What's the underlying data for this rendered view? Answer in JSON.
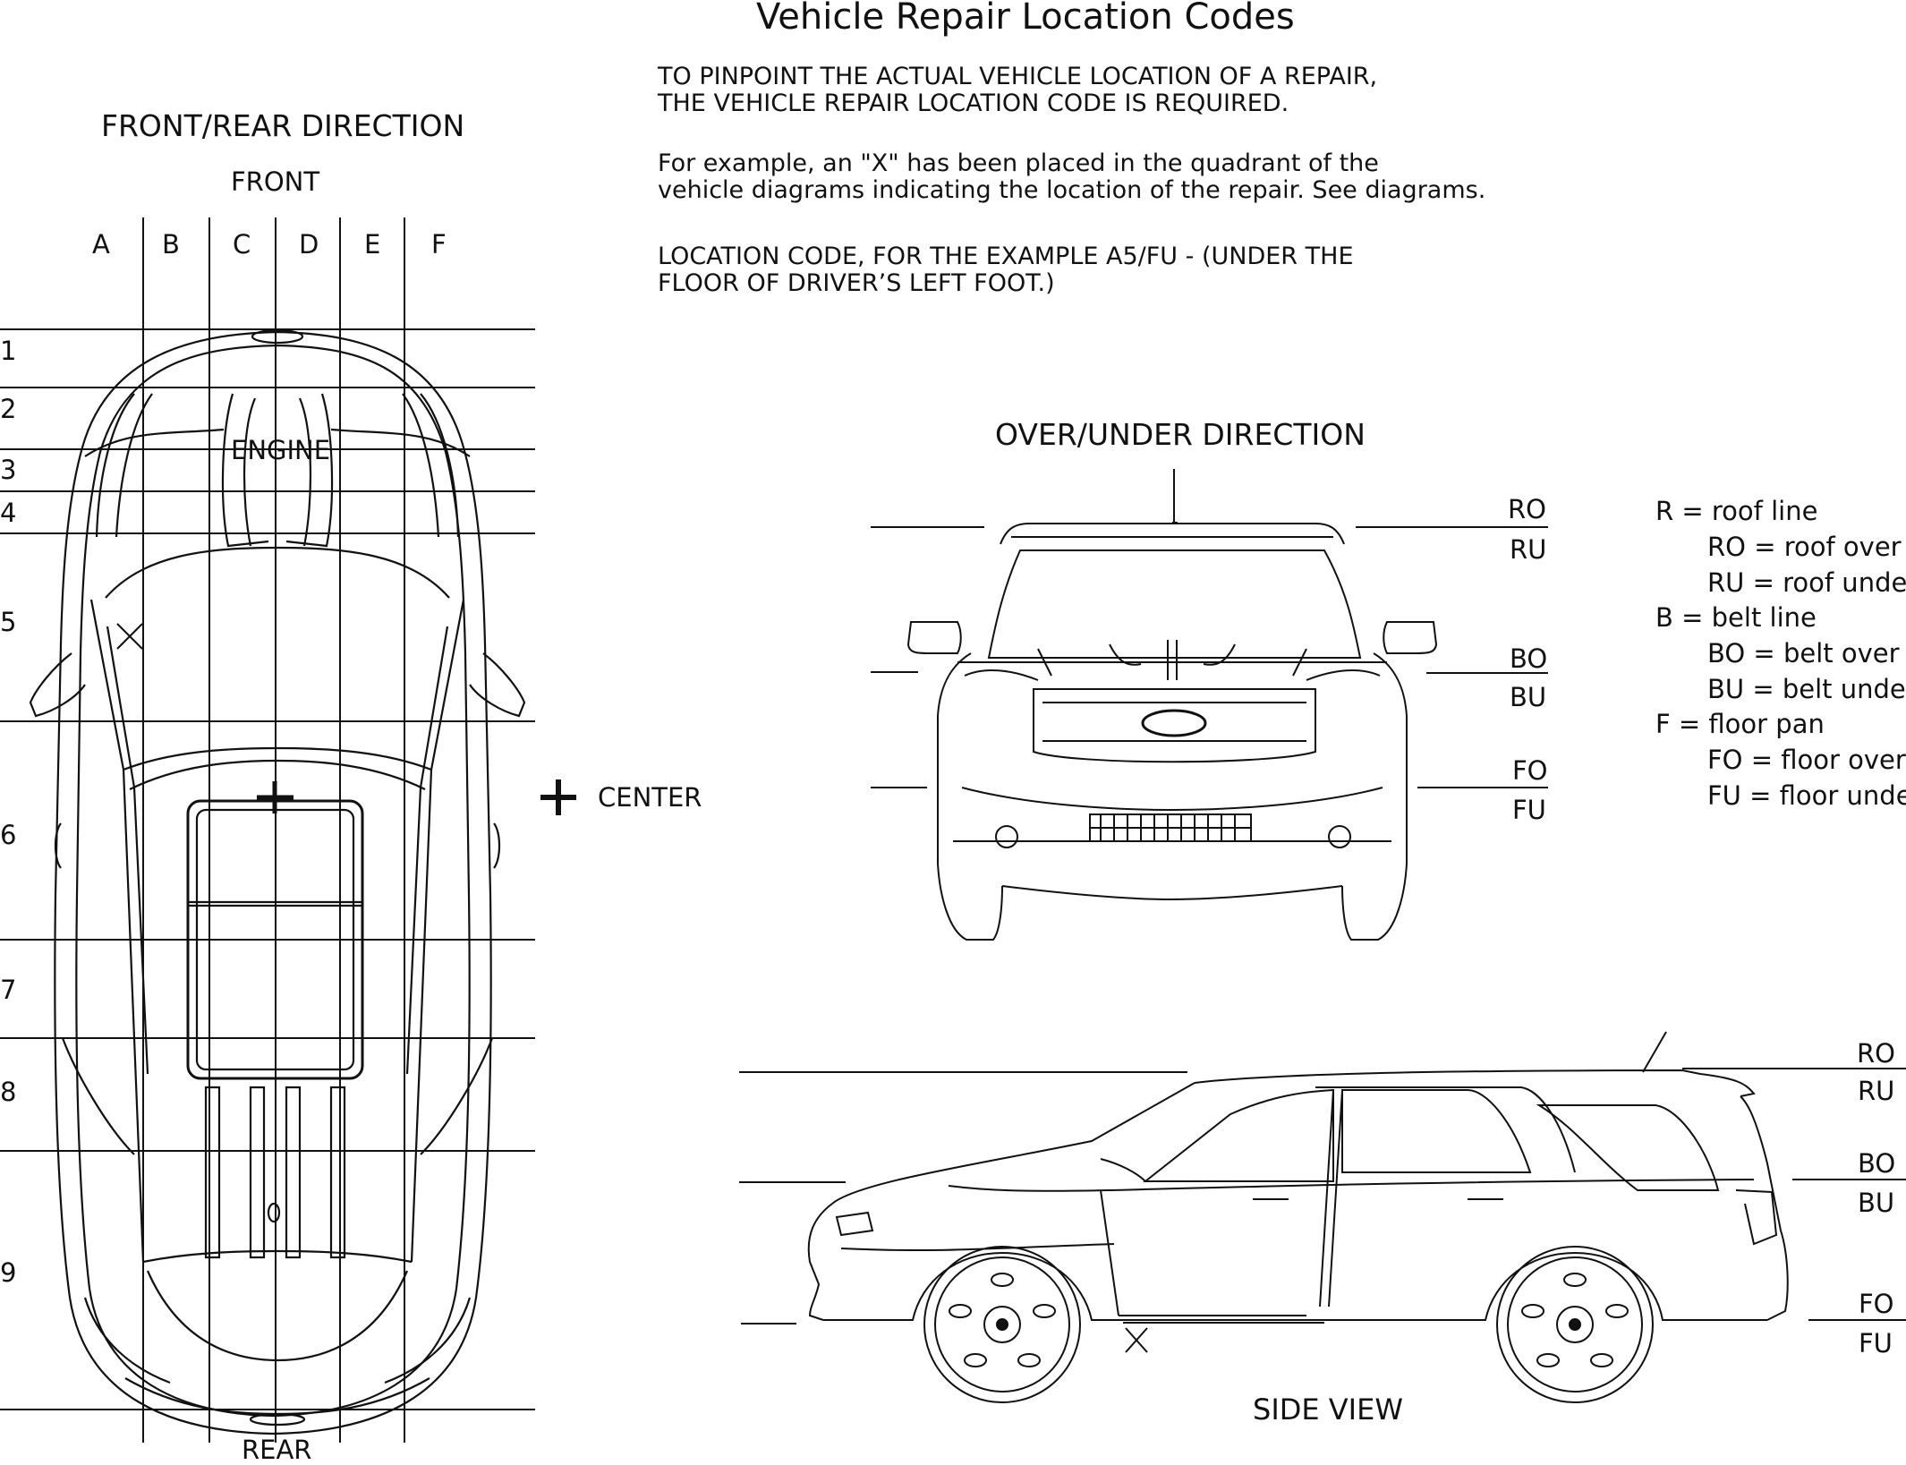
{
  "title": "Vehicle Repair Location Codes",
  "intro": {
    "line1": "TO PINPOINT THE ACTUAL VEHICLE LOCATION OF A REPAIR,",
    "line2": "THE VEHICLE REPAIR LOCATION CODE IS REQUIRED.",
    "example1": "For example, an \"X\" has been placed in the quadrant of the",
    "example2": "vehicle diagrams indicating the location of the repair. See diagrams.",
    "code1": "LOCATION CODE, FOR THE EXAMPLE A5/FU - (UNDER THE",
    "code2": "FLOOR OF DRIVER’S LEFT FOOT.)"
  },
  "top_view": {
    "heading": "FRONT/REAR DIRECTION",
    "front_label": "FRONT",
    "rear_label": "REAR",
    "engine_label": "ENGINE",
    "center_label": "CENTER",
    "columns": [
      "A",
      "B",
      "C",
      "D",
      "E",
      "F"
    ],
    "rows": [
      "1",
      "2",
      "3",
      "4",
      "5",
      "6",
      "7",
      "8",
      "9"
    ],
    "marked_cell": "A5"
  },
  "front_view": {
    "heading": "OVER/UNDER DIRECTION",
    "levels": [
      {
        "over": "RO",
        "under": "RU"
      },
      {
        "over": "BO",
        "under": "BU"
      },
      {
        "over": "FO",
        "under": "FU"
      }
    ]
  },
  "side_view": {
    "caption": "SIDE VIEW",
    "levels": [
      {
        "over": "RO",
        "under": "RU"
      },
      {
        "over": "BO",
        "under": "BU"
      },
      {
        "over": "FO",
        "under": "FU"
      }
    ]
  },
  "legend": [
    {
      "text": "R = roof line",
      "indent": false
    },
    {
      "text": "RO = roof over",
      "indent": true
    },
    {
      "text": "RU = roof under",
      "indent": true
    },
    {
      "text": "B = belt line",
      "indent": false
    },
    {
      "text": "BO = belt over",
      "indent": true
    },
    {
      "text": "BU = belt under",
      "indent": true
    },
    {
      "text": "F = floor pan",
      "indent": false
    },
    {
      "text": "FO = floor over",
      "indent": true
    },
    {
      "text": "FU = floor under",
      "indent": true
    }
  ]
}
